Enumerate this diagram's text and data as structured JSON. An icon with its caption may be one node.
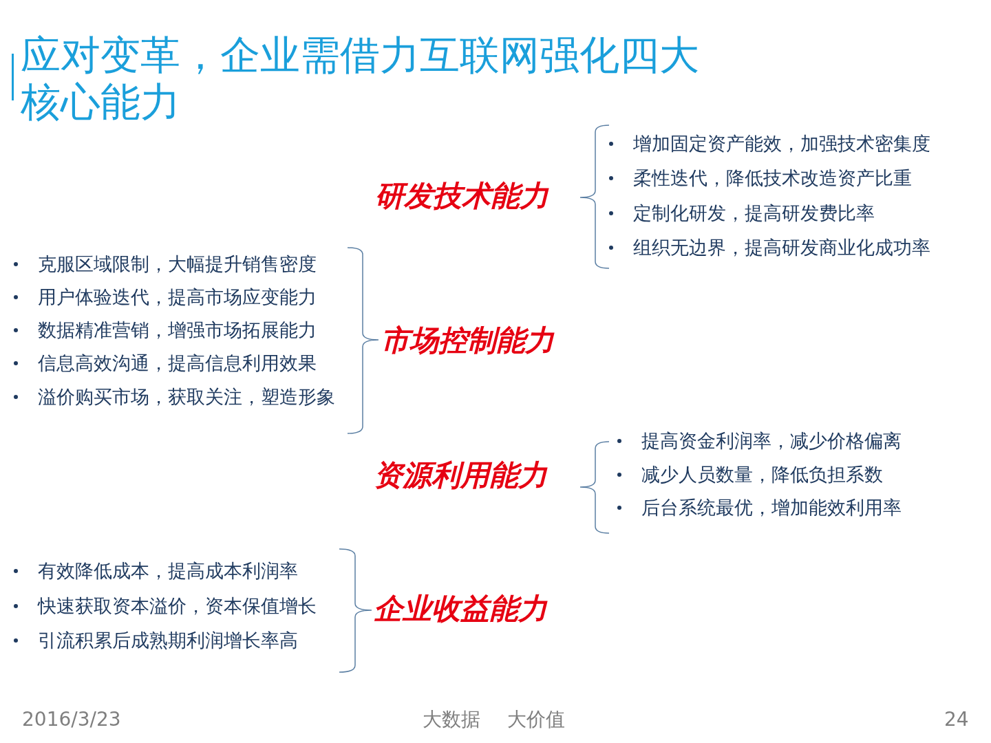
{
  "diagram": {
    "title": "应对变革，企业需借力互联网强化四大核心能力",
    "labels": [
      "研发技术能力",
      "增加固定资产能效，加强技术密集度",
      "柔性迭代，降低技术改造资产比重",
      "定制化研发，提高研发费比率",
      "组织无边界，提高研发商业化成功率",
      "克服区域限制，大幅提升销售密度",
      "用户体验迭代，提高市场应变能力",
      "数据精准营销，增强市场拓展能力",
      "信息高效沟通，提高信息利用效果",
      "溢价购买市场，获取关注，塑造形象",
      "市场控制能力",
      "资源利用能力",
      "提高资金利润率，减少价格偏离",
      "减少人员数量，降低负担系数",
      "后台系统最优，增加能效利用率",
      "有效降低成本，提高成本利润率",
      "快速获取资本溢价，资本保值增长",
      "引流积累后成熟期利润增长率高",
      "企业收益能力",
      "2016/3/23",
      "大数据",
      "大价值",
      "24"
    ]
  }
}
